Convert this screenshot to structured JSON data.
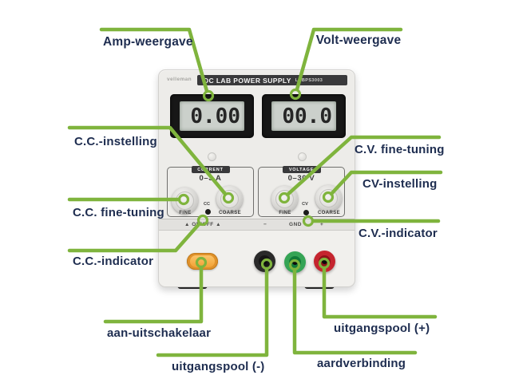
{
  "accent_color": "#7fb43d",
  "label_color": "#1e2d50",
  "callouts": {
    "amp_display": "Amp-weergave",
    "volt_display": "Volt-weergave",
    "cc_setting": "C.C.-instelling",
    "cc_fine_tuning": "C.C. fine-tuning",
    "cc_indicator": "C.C.-indicator",
    "cv_fine_tuning": "C.V. fine-tuning",
    "cv_setting": "CV-instelling",
    "cv_indicator": "C.V.-indicator",
    "power_switch": "aan-uitschakelaar",
    "output_negative": "uitgangspool (-)",
    "ground": "aardverbinding",
    "output_positive": "uitgangspool (+)"
  },
  "device": {
    "brand": "velleman",
    "title": "DC LAB POWER SUPPLY",
    "model": "LABPS3003",
    "amp_display_value": "0.00",
    "volt_display_value": "00.0",
    "current_panel": {
      "header": "CURRENT",
      "range": "0–3 A",
      "fine": "FINE",
      "coarse": "COARSE",
      "led": "CC"
    },
    "voltage_panel": {
      "header": "VOLTAGE",
      "range": "0–30 V",
      "fine": "FINE",
      "coarse": "COARSE",
      "led": "CV"
    },
    "strip": {
      "on_off": "▲ ON/OFF ▲",
      "minus": "−",
      "gnd": "GND",
      "plus": "+"
    }
  }
}
